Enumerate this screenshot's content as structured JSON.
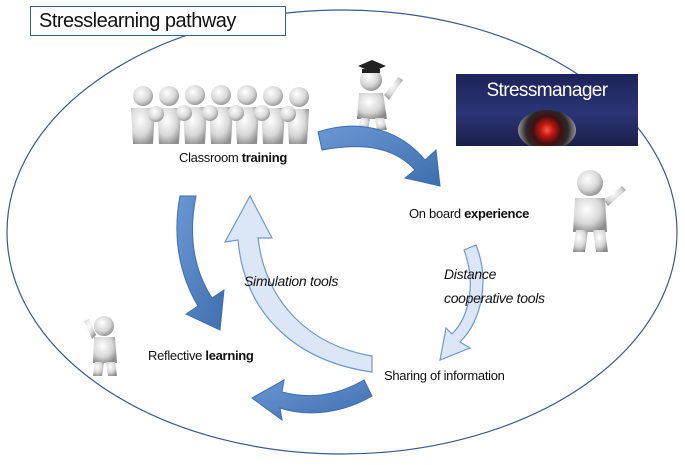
{
  "title": "Stresslearning pathway",
  "banner": {
    "text": "Stressmanager"
  },
  "nodes": {
    "classroom": {
      "prefix": "Classroom ",
      "bold": "training"
    },
    "onboard": {
      "prefix": "On board ",
      "bold": "experience"
    },
    "sharing": {
      "text": "Sharing of information"
    },
    "reflective": {
      "prefix": "Reflective ",
      "bold": "learning"
    }
  },
  "tools": {
    "simulation": "Simulation tools",
    "distance_line1": "Distance",
    "distance_line2": "cooperative tools"
  },
  "colors": {
    "arrow_solid": "#4f7fc0",
    "arrow_light": "#dbe7f7",
    "arrow_edge": "#6f98cc",
    "ellipse_stroke": "#3a5a86",
    "banner_bg": "#232b6a"
  },
  "icons": [
    "group-of-figures-icon",
    "graduate-figure-icon",
    "waving-figure-icon",
    "thumbs-up-figure-icon",
    "robot-eye-icon"
  ]
}
